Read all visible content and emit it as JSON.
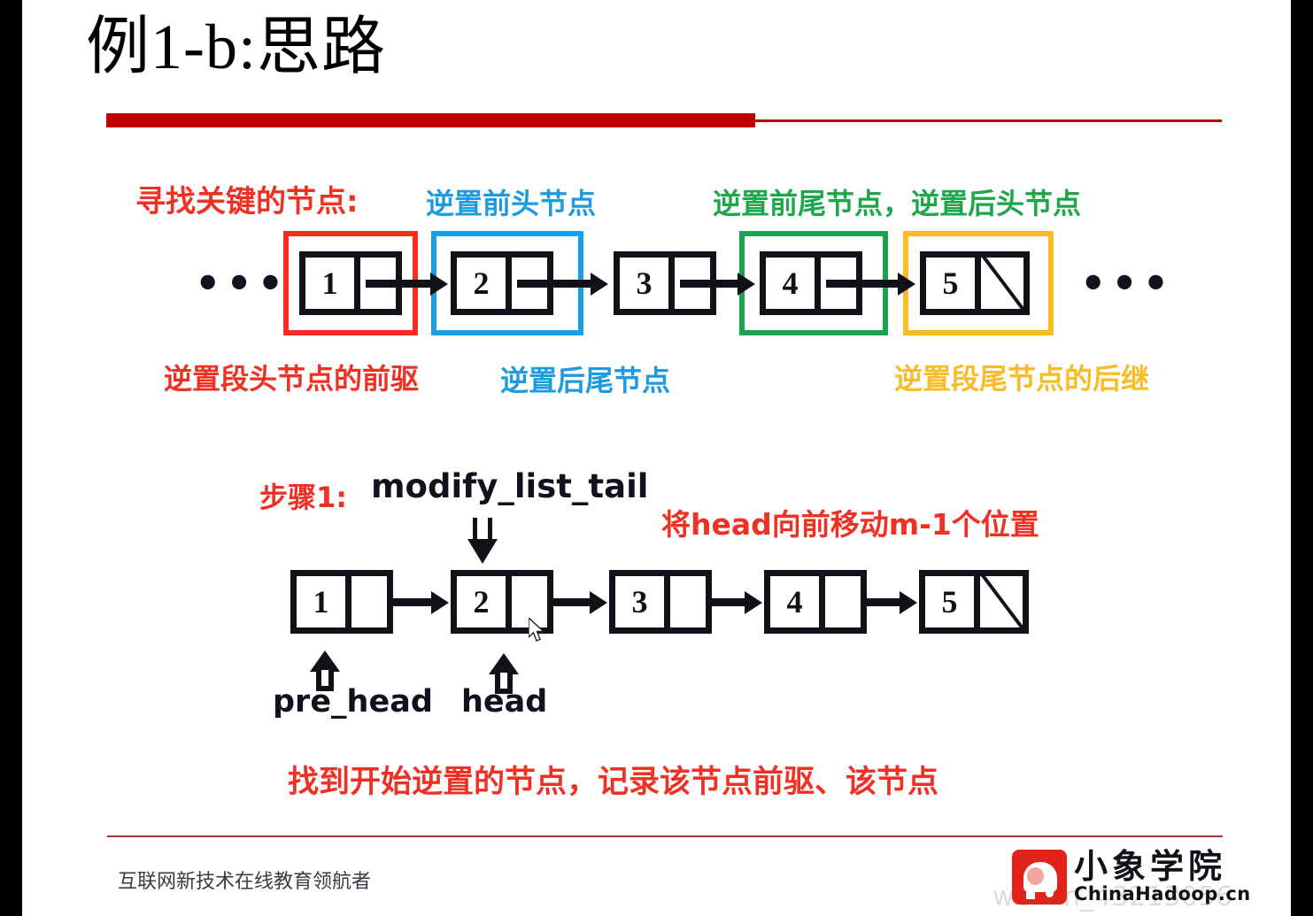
{
  "slide": {
    "title": "例1-b:思路",
    "accent_color": "#c00000"
  },
  "diagram_top": {
    "labels_above": [
      {
        "text": "寻找关键的节点:",
        "color": "#ef3124"
      },
      {
        "text": "逆置前头节点",
        "color": "#1e9ae0"
      },
      {
        "text": "逆置前尾节点，逆置后头节点",
        "color": "#1ea64b"
      }
    ],
    "labels_below": [
      {
        "text": "逆置段头节点的前驱",
        "color": "#ef3124"
      },
      {
        "text": "逆置后尾节点",
        "color": "#1e9ae0"
      },
      {
        "text": "逆置段尾节点的后继",
        "color": "#f9bc26"
      }
    ],
    "leading_ellipsis": "•••",
    "trailing_ellipsis": "•••",
    "nodes": [
      {
        "value": "1",
        "highlight": "red",
        "highlight_color": "#fb2c1c",
        "null_ptr": false
      },
      {
        "value": "2",
        "highlight": "blue",
        "highlight_color": "#17a0e8",
        "null_ptr": false
      },
      {
        "value": "3",
        "highlight": "none",
        "highlight_color": "",
        "null_ptr": false
      },
      {
        "value": "4",
        "highlight": "green",
        "highlight_color": "#17a44c",
        "null_ptr": false
      },
      {
        "value": "5",
        "highlight": "gold",
        "highlight_color": "#f9bc26",
        "null_ptr": true
      }
    ]
  },
  "step1": {
    "step_label": "步骤1:",
    "function_name": "modify_list_tail",
    "note_right": "将head向前移动m-1个位置",
    "caption_bottom": "找到开始逆置的节点，记录该节点前驱、该节点",
    "nodes": [
      {
        "value": "1",
        "null_ptr": false
      },
      {
        "value": "2",
        "null_ptr": false
      },
      {
        "value": "3",
        "null_ptr": false
      },
      {
        "value": "4",
        "null_ptr": false
      },
      {
        "value": "5",
        "null_ptr": true
      }
    ],
    "pointers": [
      {
        "name": "pre_head",
        "target_node": "1"
      },
      {
        "name": "head",
        "target_node": "2"
      }
    ]
  },
  "footer": {
    "tagline": "互联网新技术在线教育领航者",
    "logo_cn": "小象学院",
    "logo_en": "ChinaHadoop.cn",
    "watermark": "weixin_43213056"
  }
}
